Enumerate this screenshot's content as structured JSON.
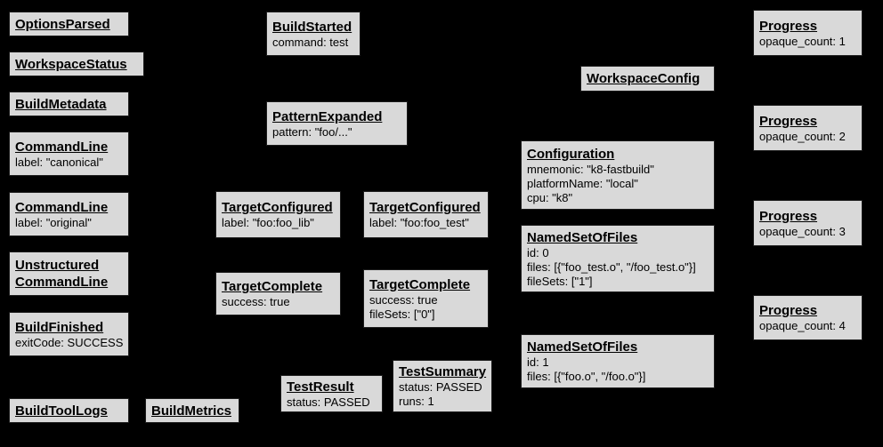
{
  "colors": {
    "background": "#000000",
    "box_fill": "#d9d9d9",
    "box_border": "#1c1c1c",
    "text": "#000000"
  },
  "nodes": [
    {
      "id": "options-parsed",
      "title": "OptionsParsed",
      "lines": []
    },
    {
      "id": "workspace-status",
      "title": "WorkspaceStatus",
      "lines": []
    },
    {
      "id": "build-metadata",
      "title": "BuildMetadata",
      "lines": []
    },
    {
      "id": "command-line-canonical",
      "title": "CommandLine",
      "lines": [
        "label: \"canonical\""
      ]
    },
    {
      "id": "command-line-original",
      "title": "CommandLine",
      "lines": [
        "label: \"original\""
      ]
    },
    {
      "id": "unstructured-command-line",
      "title": "Unstructured CommandLine",
      "lines": []
    },
    {
      "id": "build-finished",
      "title": "BuildFinished",
      "lines": [
        "exitCode: SUCCESS"
      ]
    },
    {
      "id": "build-tool-logs",
      "title": "BuildToolLogs",
      "lines": []
    },
    {
      "id": "build-metrics",
      "title": "BuildMetrics",
      "lines": []
    },
    {
      "id": "build-started",
      "title": "BuildStarted",
      "lines": [
        "command: test"
      ]
    },
    {
      "id": "pattern-expanded",
      "title": "PatternExpanded",
      "lines": [
        "pattern: \"foo/...\""
      ]
    },
    {
      "id": "target-configured-lib",
      "title": "TargetConfigured",
      "lines": [
        "label: \"foo:foo_lib\""
      ]
    },
    {
      "id": "target-configured-test",
      "title": "TargetConfigured",
      "lines": [
        "label: \"foo:foo_test\""
      ]
    },
    {
      "id": "target-complete-lib",
      "title": "TargetComplete",
      "lines": [
        "success: true"
      ]
    },
    {
      "id": "target-complete-test",
      "title": "TargetComplete",
      "lines": [
        "success: true",
        "fileSets: [\"0\"]"
      ]
    },
    {
      "id": "test-result",
      "title": "TestResult",
      "lines": [
        "status: PASSED"
      ]
    },
    {
      "id": "test-summary",
      "title": "TestSummary",
      "lines": [
        "status: PASSED",
        "runs: 1"
      ]
    },
    {
      "id": "workspace-config",
      "title": "WorkspaceConfig",
      "lines": []
    },
    {
      "id": "configuration",
      "title": "Configuration",
      "lines": [
        "mnemonic: \"k8-fastbuild\"",
        "platformName: \"local\"",
        "cpu: \"k8\""
      ]
    },
    {
      "id": "named-set-of-files-0",
      "title": "NamedSetOfFiles",
      "lines": [
        "id: 0",
        "files: [{\"foo_test.o\", \"/foo_test.o\"}]",
        "fileSets: [\"1\"]"
      ]
    },
    {
      "id": "named-set-of-files-1",
      "title": "NamedSetOfFiles",
      "lines": [
        "id: 1",
        "files: [{\"foo.o\", \"/foo.o\"}]"
      ]
    },
    {
      "id": "progress-1",
      "title": "Progress",
      "lines": [
        "opaque_count: 1"
      ]
    },
    {
      "id": "progress-2",
      "title": "Progress",
      "lines": [
        "opaque_count: 2"
      ]
    },
    {
      "id": "progress-3",
      "title": "Progress",
      "lines": [
        "opaque_count: 3"
      ]
    },
    {
      "id": "progress-4",
      "title": "Progress",
      "lines": [
        "opaque_count: 4"
      ]
    }
  ]
}
